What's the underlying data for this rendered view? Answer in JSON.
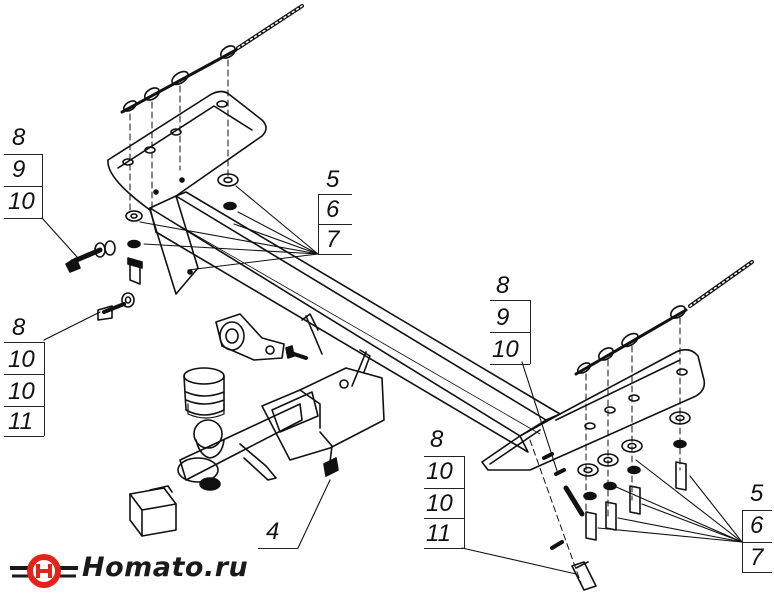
{
  "callouts": {
    "left_upper": [
      "8",
      "9",
      "10"
    ],
    "left_lower": [
      "8",
      "10",
      "10",
      "11"
    ],
    "top_middle": [
      "5",
      "6",
      "7"
    ],
    "center_upper": [
      "8",
      "9",
      "10"
    ],
    "center_lower": [
      "8",
      "10",
      "10",
      "11"
    ],
    "hardware": [
      "4"
    ],
    "bottom_right": [
      "5",
      "6",
      "7"
    ]
  },
  "logo": {
    "text": "Homato.ru",
    "icon": "tow-hitch-ball-logo-icon",
    "accent_color": "#e2231a",
    "dark_color": "#1a1a1a"
  }
}
